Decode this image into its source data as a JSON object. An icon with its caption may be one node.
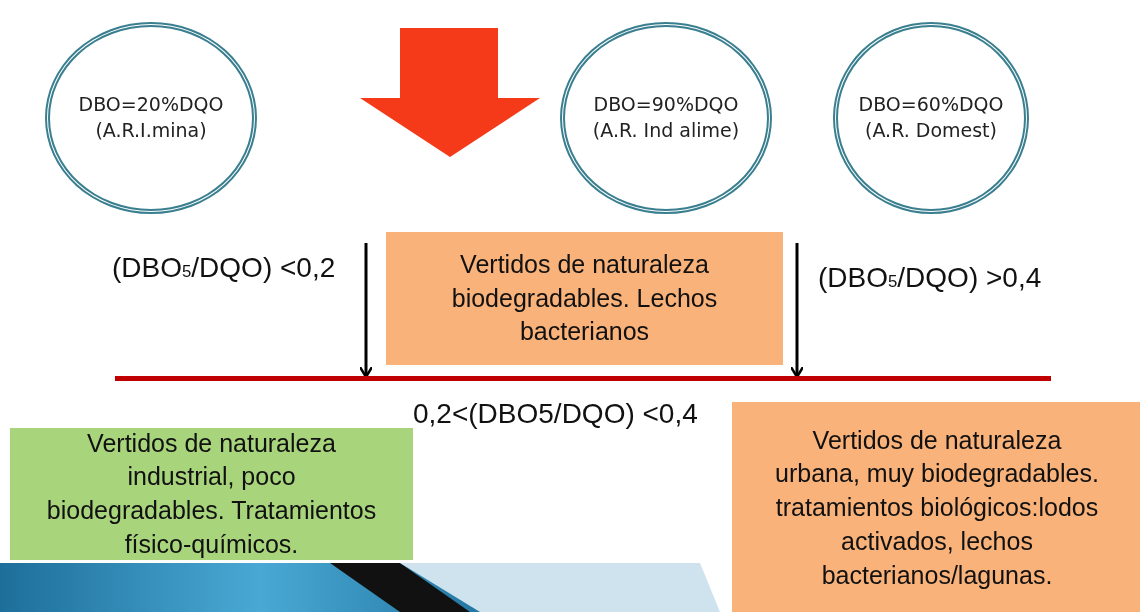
{
  "diagram": {
    "nodes": [
      {
        "text": [
          "DBO=20%DQO",
          "(A.R.I.mina)"
        ]
      },
      {
        "text": [
          "DBO=90%DQO",
          "(A.R. Ind alime)"
        ]
      },
      {
        "text": [
          "DBO=60%DQO",
          "(A.R. Domest)"
        ]
      },
      {
        "text": [
          "Vertidos de naturaleza biodegradables. Lechos bacterianos"
        ]
      },
      {
        "text": [],
        "shape": "bar"
      },
      {
        "text": [
          "Vertidos de naturaleza industrial, poco biodegradables. Tratamientos físico-químicos."
        ]
      },
      {
        "text": [
          "Vertidos de naturaleza urbana, muy biodegradables. tratamientos biológicos:lodos activados, lechos bacterianos/lagunas."
        ]
      }
    ],
    "edges": [
      {
        "from": null,
        "to": 4,
        "arrow": "to"
      },
      {
        "from": null,
        "to": 4,
        "arrow": "to"
      }
    ],
    "labels": [
      "(DBO$_{5}$/DQO) <0,2",
      "(DBO$_{5}$/DQO) >0,4",
      "0,2<(DBO5/DQO) <0,4"
    ]
  }
}
